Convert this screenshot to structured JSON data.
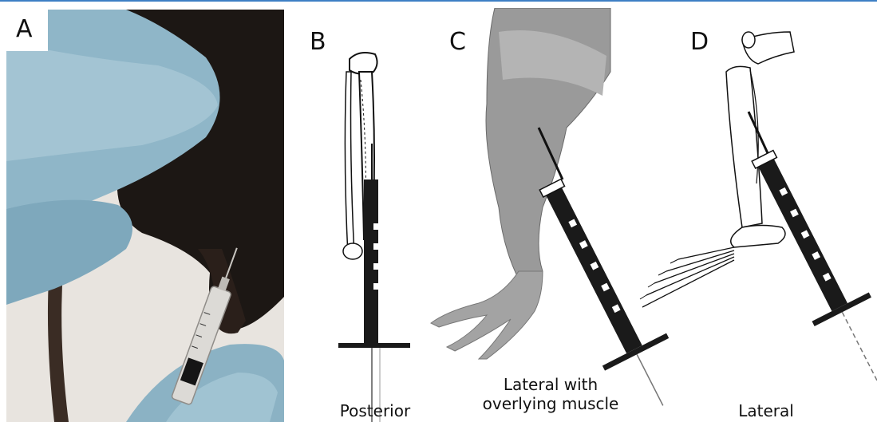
{
  "figure": {
    "panels": [
      {
        "label": "A",
        "caption": ""
      },
      {
        "label": "B",
        "caption": "Posterior"
      },
      {
        "label": "C",
        "caption_line1": "Lateral with",
        "caption_line2": "overlying muscle"
      },
      {
        "label": "D",
        "caption": "Lateral"
      }
    ]
  }
}
